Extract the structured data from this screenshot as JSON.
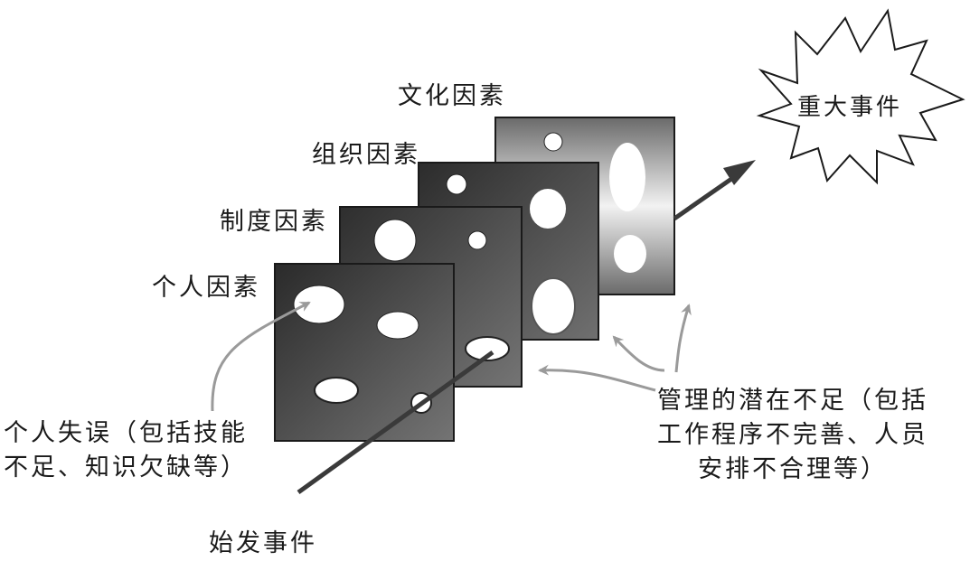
{
  "layers": [
    {
      "id": "culture",
      "label": "文化因素"
    },
    {
      "id": "organization",
      "label": "组织因素"
    },
    {
      "id": "institution",
      "label": "制度因素"
    },
    {
      "id": "individual",
      "label": "个人因素"
    }
  ],
  "event_start": "始发事件",
  "event_major": "重大事件",
  "note_individual": [
    "个人失误（包括技能",
    "不足、知识欠缺等）"
  ],
  "note_management": [
    "管理的潜在不足（包括",
    "工作程序不完善、人员",
    "安排不合理等）"
  ]
}
